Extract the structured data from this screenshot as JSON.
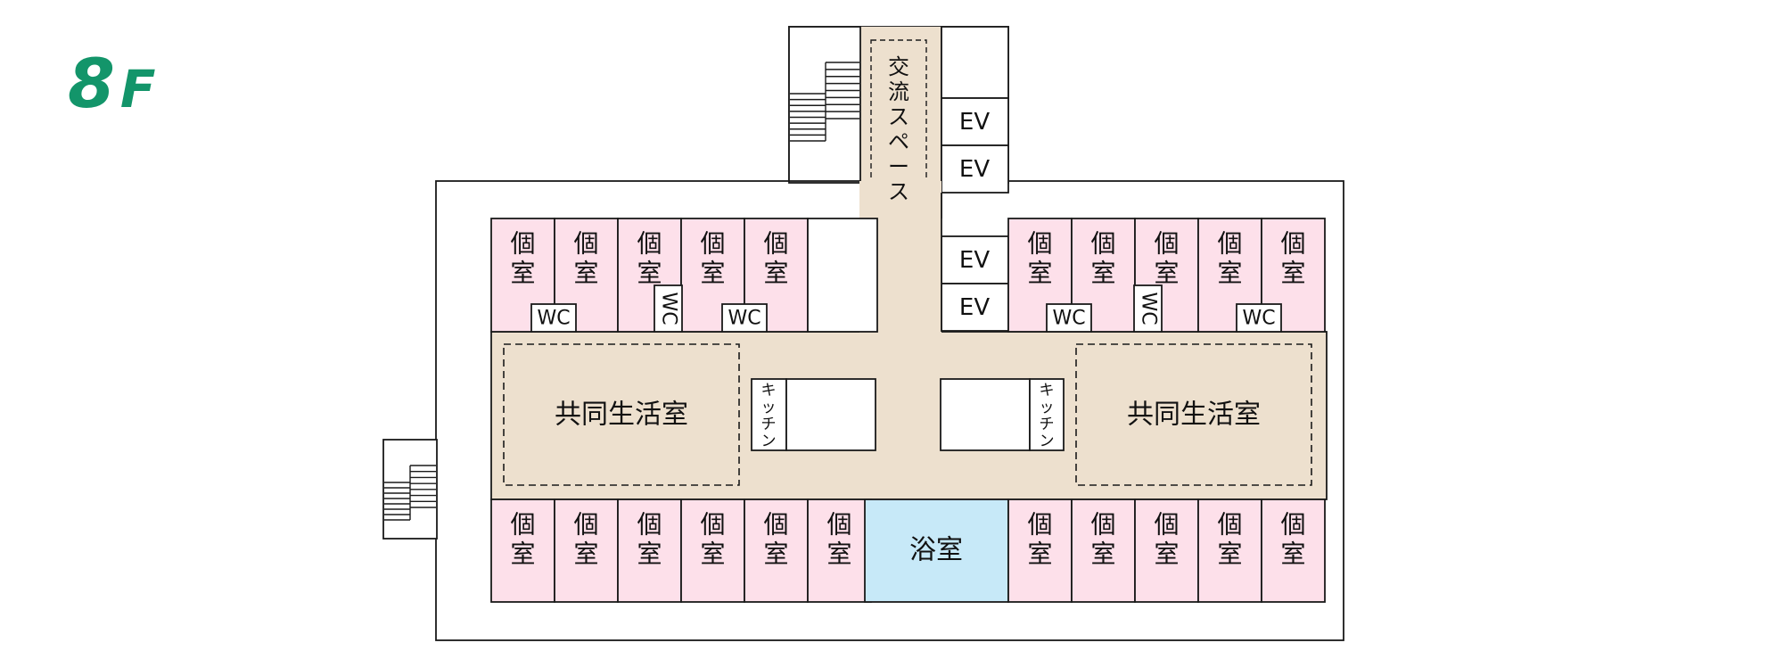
{
  "floor": {
    "number": "8",
    "suffix": "F"
  },
  "labels": {
    "private_room": "個室",
    "common_room": "共同生活室",
    "kitchen": "キッチン",
    "wc": "WC",
    "ev": "EV",
    "exchange_space": "交流スペース",
    "bath": "浴室"
  },
  "colors": {
    "private_room": "#fde0ea",
    "common": "#ede0ce",
    "bath": "#c7e9f8",
    "blank": "#ffffff",
    "line": "#1a1a1a",
    "accent": "#13956a"
  }
}
